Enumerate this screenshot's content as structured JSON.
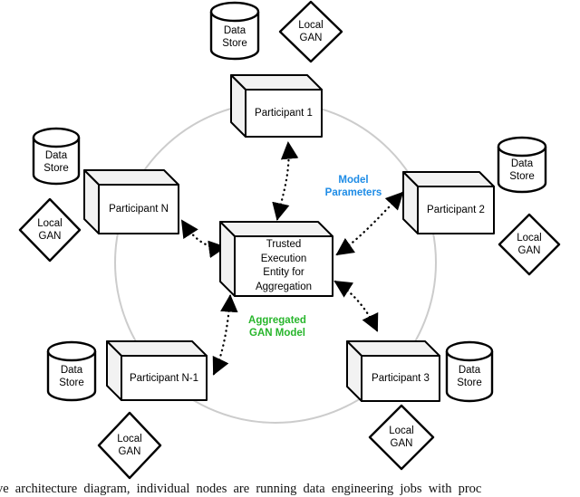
{
  "colors": {
    "node_fill": "#ffffff",
    "node_shade": "#f2f2f2",
    "node_stroke": "#000000",
    "ring_gray": "#cccccc",
    "model_parameters_blue": "#1E8CE6",
    "aggregated_gan_green": "#28B62C"
  },
  "diagram": {
    "center": {
      "label": "Trusted\nExecution\nEntity for\nAggregation"
    },
    "participants": [
      {
        "label": "Participant 1"
      },
      {
        "label": "Participant 2"
      },
      {
        "label": "Participant 3"
      },
      {
        "label": "Participant N-1"
      },
      {
        "label": "Participant N"
      }
    ],
    "data_store_label": "Data\nStore",
    "local_gan_label": "Local\nGAN",
    "flows": {
      "model_parameters": "Model\nParameters",
      "aggregated_gan_model": "Aggregated\nGAN Model"
    }
  },
  "caption": {
    "visible_text": "ve architecture diagram, individual nodes are running data engineering jobs with proc"
  }
}
